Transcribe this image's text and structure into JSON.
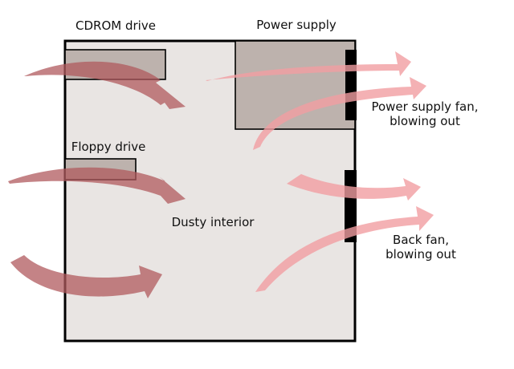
{
  "labels": {
    "cdrom": "CDROM drive",
    "power_supply": "Power supply",
    "floppy": "Floppy drive",
    "interior": "Dusty interior",
    "psu_fan_line1": "Power supply fan,",
    "psu_fan_line2": "blowing out",
    "back_fan_line1": "Back fan,",
    "back_fan_line2": "blowing out"
  },
  "colors": {
    "case_fill": "#e9e5e3",
    "case_stroke": "#000000",
    "component_fill": "#bdb2ad",
    "fan": "#000000",
    "airflow_dirty": "#b05a5d",
    "airflow_clean": "#f19ea1"
  }
}
